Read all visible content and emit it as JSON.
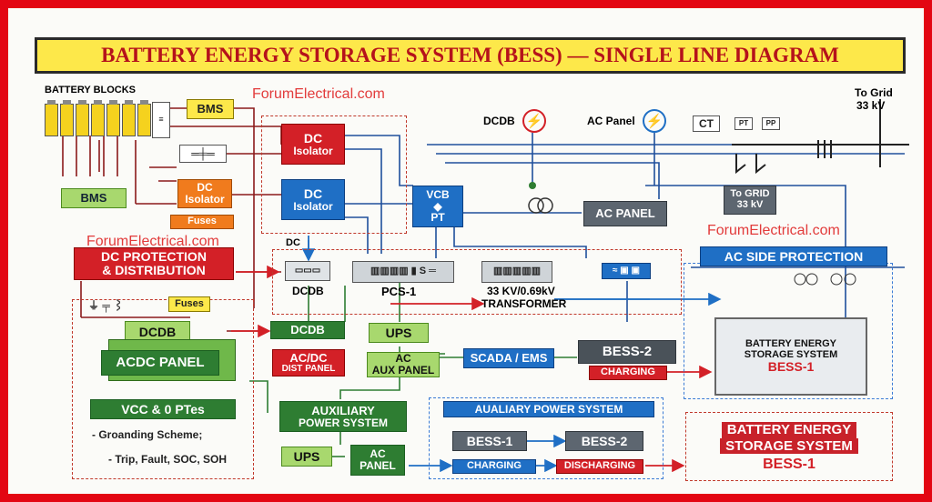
{
  "title": "BATTERY ENERGY STORAGE SYSTEM (BESS) — SINGLE LINE DIAGRAM",
  "watermark": "ForumElectrical.com",
  "labels": {
    "battery_blocks": "BATTERY BLOCKS",
    "bms_top": "BMS",
    "bms_left": "BMS",
    "dc_isolator_orange_1": "DC",
    "dc_isolator_orange_2": "Isolator",
    "fuses_orange": "Fuses",
    "dc_red": "DC",
    "isolator_red": "Isolator",
    "dc_blue": "DC",
    "isolator_blue": "Isolator",
    "dcdb_top": "DCDB",
    "ac_panel_top": "AC Panel",
    "to_grid": "To Grid",
    "grid_voltage": "33 kV",
    "ct": "CT",
    "pt_small": "PT",
    "pp_small": "PP",
    "to_grid_box_1": "To GRID",
    "to_grid_box_2": "33 kV",
    "vcb": "VCB",
    "pt": "PT",
    "ac_panel_box": "AC PANEL",
    "dc_small": "DC",
    "dc_protection_1": "DC PROTECTION",
    "dc_protection_2": "& DISTRIBUTION",
    "dcdb_mid": "DCDB",
    "pcs": "PCS-1",
    "transformer_1": "33 KV/0.69kV",
    "transformer_2": "TRANSFORMER",
    "ac_side_protection": "AC SIDE PROTECTION",
    "fuses_yellow": "Fuses",
    "dcdb_lgreen": "DCDB",
    "acdc_panel": "ACDC PANEL",
    "dcdb_green": "DCDB",
    "ups_mid": "UPS",
    "scada": "SCADA / EMS",
    "bess2_mid": "BESS-2",
    "acdc_dist_1": "AC/DC",
    "acdc_dist_2": "DIST PANEL",
    "ac_aux_1": "AC",
    "ac_aux_2": "AUX PANEL",
    "charging_mid": "CHARGING",
    "bess_block_1": "BATTERY ENERGY",
    "bess_block_2": "STORAGE SYSTEM",
    "bess_block_3": "BESS-1",
    "vcc": "VCC & 0 PTes",
    "grounding": "- Groanding Scheme;",
    "trip": "- Trip, Fault, SOC, SOH",
    "aux_power_1": "AUXILIARY",
    "aux_power_2": "POWER SYSTEM",
    "ups_bottom": "UPS",
    "ac_panel_bottom_1": "AC",
    "ac_panel_bottom_2": "PANEL",
    "aux_power_blue": "AUALIARY POWER SYSTEM",
    "bess1_bottom": "BESS-1",
    "bess2_bottom": "BESS-2",
    "charging_bottom": "CHARGING",
    "discharging_bottom": "DISCHARGING",
    "bess_final_1": "BATTERY ENERGY",
    "bess_final_2": "STORAGE SYSTEM",
    "bess_final_3": "BESS-1"
  },
  "icons": [
    "breaker-red-icon",
    "breaker-blue-icon",
    "transformer-icon",
    "battery-cell-icon",
    "switch-icon",
    "current-transformer-icon"
  ],
  "colors": {
    "frame": "#e30613",
    "title_bg": "#fde84a",
    "title_text": "#b5121b",
    "green": "#2e7d32",
    "red": "#d32027",
    "blue": "#1f6fc5",
    "gray": "#5d6670"
  }
}
